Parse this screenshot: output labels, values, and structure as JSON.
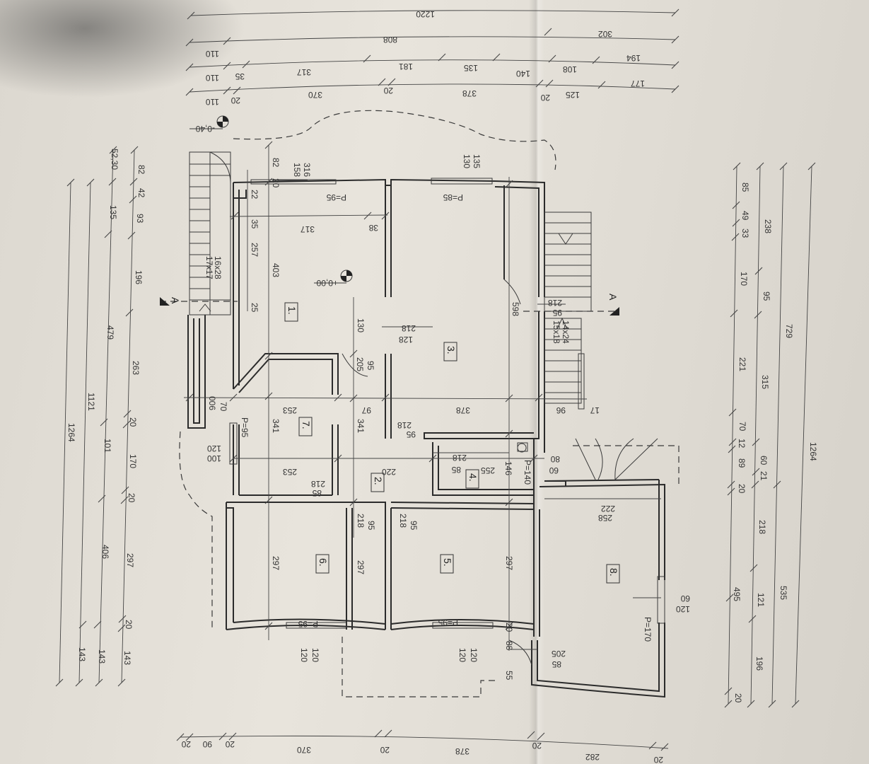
{
  "top_dims": {
    "row1": [
      "1220"
    ],
    "row2": [
      "110",
      "808",
      "302"
    ],
    "row3": [
      "110",
      "35",
      "317",
      "181",
      "135",
      "140",
      "108",
      "194"
    ],
    "row4": [
      "110",
      "20",
      "370",
      "20",
      "378",
      "20",
      "125",
      "177"
    ]
  },
  "levels": {
    "outside": "-0,40",
    "inside": "+0,00"
  },
  "section_marks": {
    "left": "A",
    "right": "A"
  },
  "rooms": [
    "1.",
    "2.",
    "3.",
    "4.",
    "5.",
    "6.",
    "7.",
    "8."
  ],
  "left_dims": {
    "col1": [
      "1264"
    ],
    "col2": [
      "1121",
      "143"
    ],
    "col3": [
      "52,30",
      "135",
      "479",
      "101",
      "406",
      "143"
    ],
    "col4": [
      "82",
      "42",
      "93",
      "196",
      "263",
      "20",
      "170",
      "20",
      "297",
      "20",
      "143"
    ]
  },
  "right_dims": {
    "col1": [
      "85",
      "49",
      "33",
      "170",
      "221",
      "70",
      "12",
      "89",
      "20",
      "218",
      "121",
      "196",
      "20"
    ],
    "col2": [
      "238",
      "95",
      "315",
      "60",
      "21",
      "495"
    ],
    "col3": [
      "729",
      "535"
    ],
    "col4": [
      "1264"
    ]
  },
  "bottom_dims": [
    "20",
    "90",
    "20",
    "370",
    "20",
    "378",
    "20",
    "282",
    "20"
  ],
  "inner_labels": {
    "a": "316",
    "b": "158",
    "c": "82",
    "d": "20",
    "e": "135",
    "f": "130",
    "g": "P=95",
    "h": "P=85",
    "i": "22",
    "j": "317",
    "k": "38",
    "l": "35",
    "m": "257",
    "n": "403",
    "o": "16x28",
    "p": "17x17",
    "q": "25",
    "r": "218",
    "s": "128",
    "t": "130",
    "u": "598",
    "v": "218",
    "w": "95",
    "x": "15x18",
    "y": "14x24",
    "z": "205",
    "aa": "95",
    "ab": "253",
    "ac": "97",
    "ad": "378",
    "ae": "96",
    "af": "17",
    "ag": "70",
    "ah": "006",
    "ai": "P=95",
    "aj": "341",
    "ak": "341",
    "al": "218",
    "am": "95",
    "an": "120",
    "ao": "100",
    "ap": "253",
    "aq": "218",
    "ar": "85",
    "as": "220",
    "at": "85",
    "au": "255",
    "av": "218",
    "aw": "146",
    "ax": "80",
    "ay": "60",
    "az": "P=140",
    "ba": "222",
    "bb": "258",
    "bc": "297",
    "bd": "297",
    "be": "297",
    "bf": "218",
    "bg": "95",
    "bh": "218",
    "bi": "95",
    "bj": "P=95",
    "bk": "P=95",
    "bl": "120",
    "bm": "120",
    "bn": "120",
    "bo": "120",
    "bp": "88",
    "bq": "205",
    "br": "85",
    "bs": "55",
    "bt": "60",
    "bu": "120",
    "bv": "P=170",
    "bw": "20"
  }
}
